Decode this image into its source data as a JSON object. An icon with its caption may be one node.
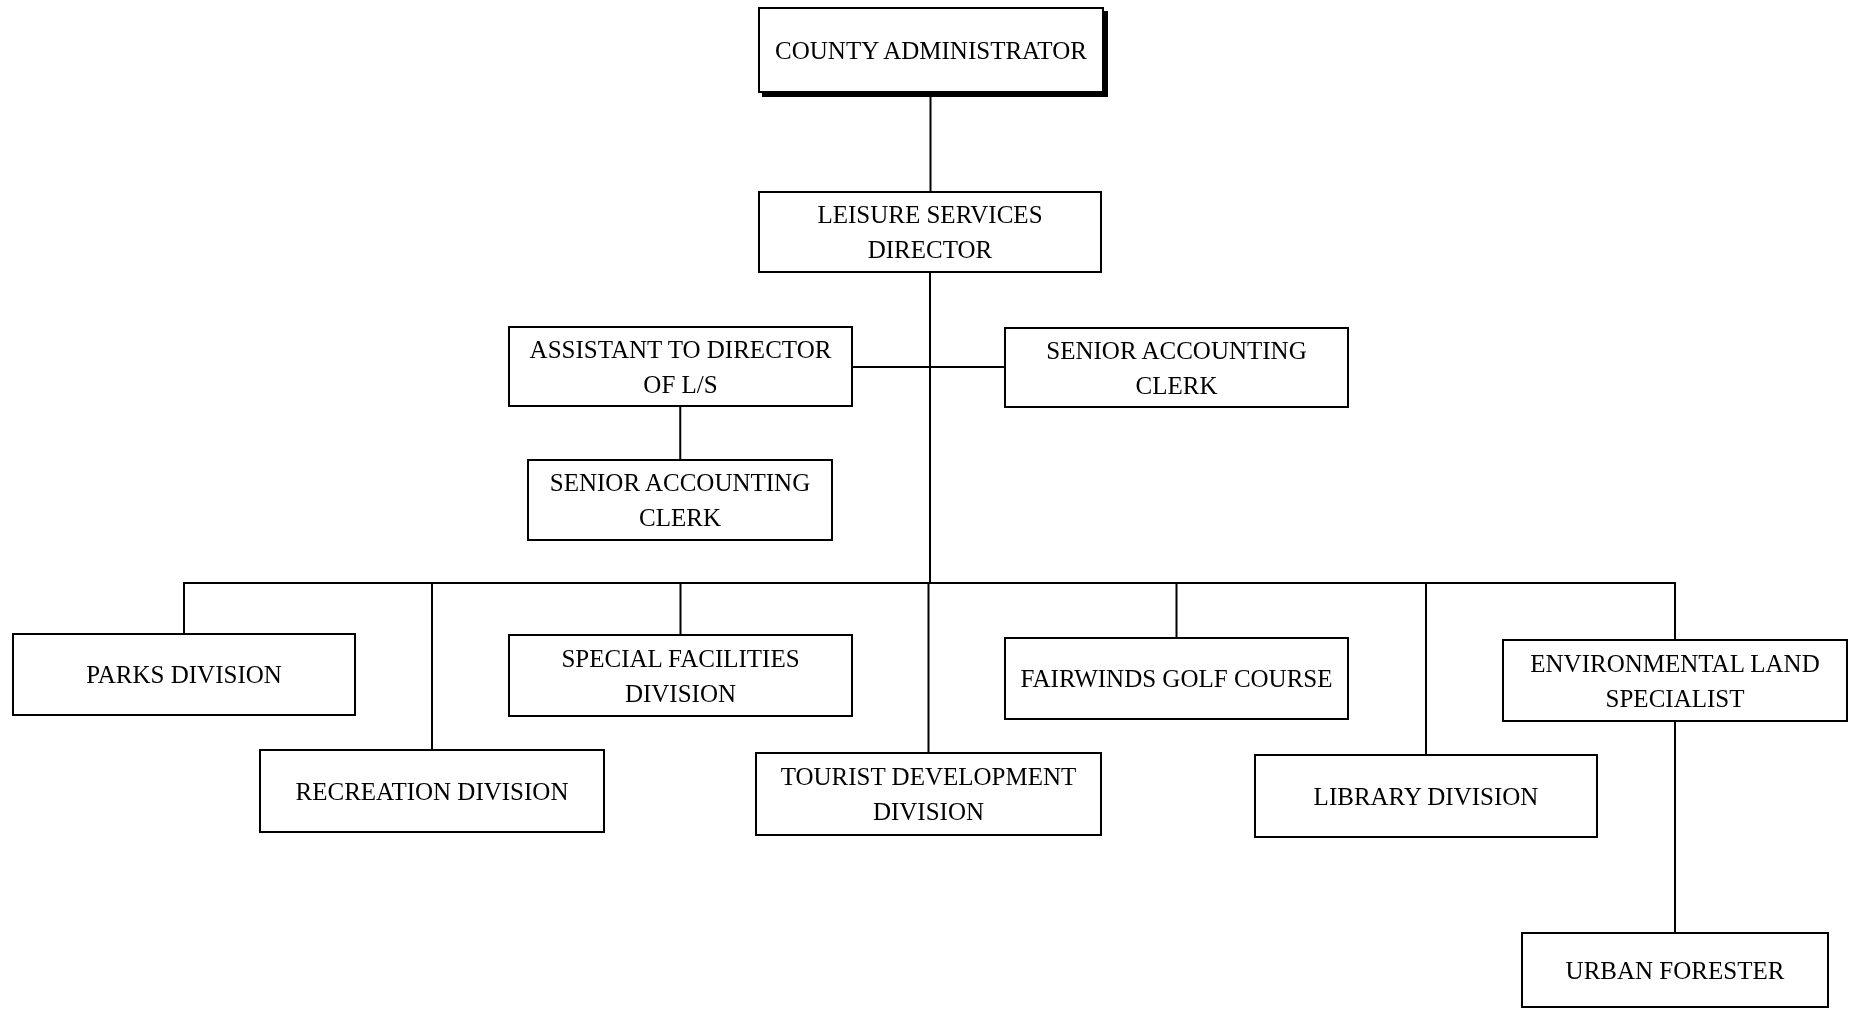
{
  "diagram": {
    "nodes": [
      {
        "text": [
          "COUNTY ADMINISTRATOR"
        ]
      },
      {
        "text": [
          "LEISURE SERVICES DIRECTOR"
        ]
      },
      {
        "text": [
          "ASSISTANT TO DIRECTOR OF L/S"
        ]
      },
      {
        "text": [
          "SENIOR ACCOUNTING CLERK"
        ]
      },
      {
        "text": [
          "SENIOR ACCOUNTING CLERK"
        ]
      },
      {
        "text": [
          "PARKS DIVISION"
        ]
      },
      {
        "text": [
          "RECREATION DIVISION"
        ]
      },
      {
        "text": [
          "SPECIAL FACILITIES DIVISION"
        ]
      },
      {
        "text": [
          "TOURIST DEVELOPMENT DIVISION"
        ]
      },
      {
        "text": [
          "FAIRWINDS GOLF COURSE"
        ]
      },
      {
        "text": [
          "LIBRARY DIVISION"
        ]
      },
      {
        "text": [
          "ENVIRONMENTAL LAND SPECIALIST"
        ]
      },
      {
        "text": [
          "URBAN FORESTER"
        ]
      }
    ],
    "edges": [
      {
        "from": 0,
        "to": 1,
        "arrow": "none"
      },
      {
        "from": 1,
        "to": 2,
        "arrow": "none"
      },
      {
        "from": 1,
        "to": 3,
        "arrow": "none"
      },
      {
        "from": 2,
        "to": 4,
        "arrow": "none"
      },
      {
        "from": 1,
        "to": 5,
        "arrow": "none"
      },
      {
        "from": 1,
        "to": 6,
        "arrow": "none"
      },
      {
        "from": 1,
        "to": 7,
        "arrow": "none"
      },
      {
        "from": 1,
        "to": 8,
        "arrow": "none"
      },
      {
        "from": 1,
        "to": 9,
        "arrow": "none"
      },
      {
        "from": 1,
        "to": 10,
        "arrow": "none"
      },
      {
        "from": 1,
        "to": 11,
        "arrow": "none"
      },
      {
        "from": 11,
        "to": 12,
        "arrow": "none"
      }
    ]
  }
}
